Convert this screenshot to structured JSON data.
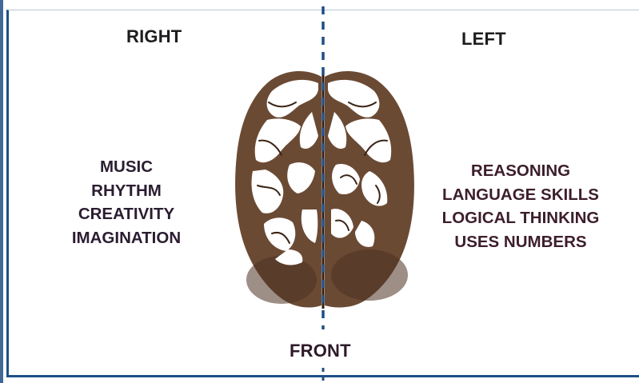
{
  "labels": {
    "right": "RIGHT",
    "left": "LEFT",
    "front": "FRONT"
  },
  "right_hemisphere": {
    "traits": [
      "MUSIC",
      "RHYTHM",
      "CREATIVITY",
      "IMAGINATION"
    ]
  },
  "left_hemisphere": {
    "traits": [
      "REASONING",
      "LANGUAGE SKILLS",
      "LOGICAL THINKING",
      "USES NUMBERS"
    ]
  },
  "colors": {
    "frame": "#1e4f86",
    "divider": "#1e4f86",
    "brain": "#6b4a34",
    "brain_dark": "#4d3222",
    "text": "#2b1d31"
  }
}
